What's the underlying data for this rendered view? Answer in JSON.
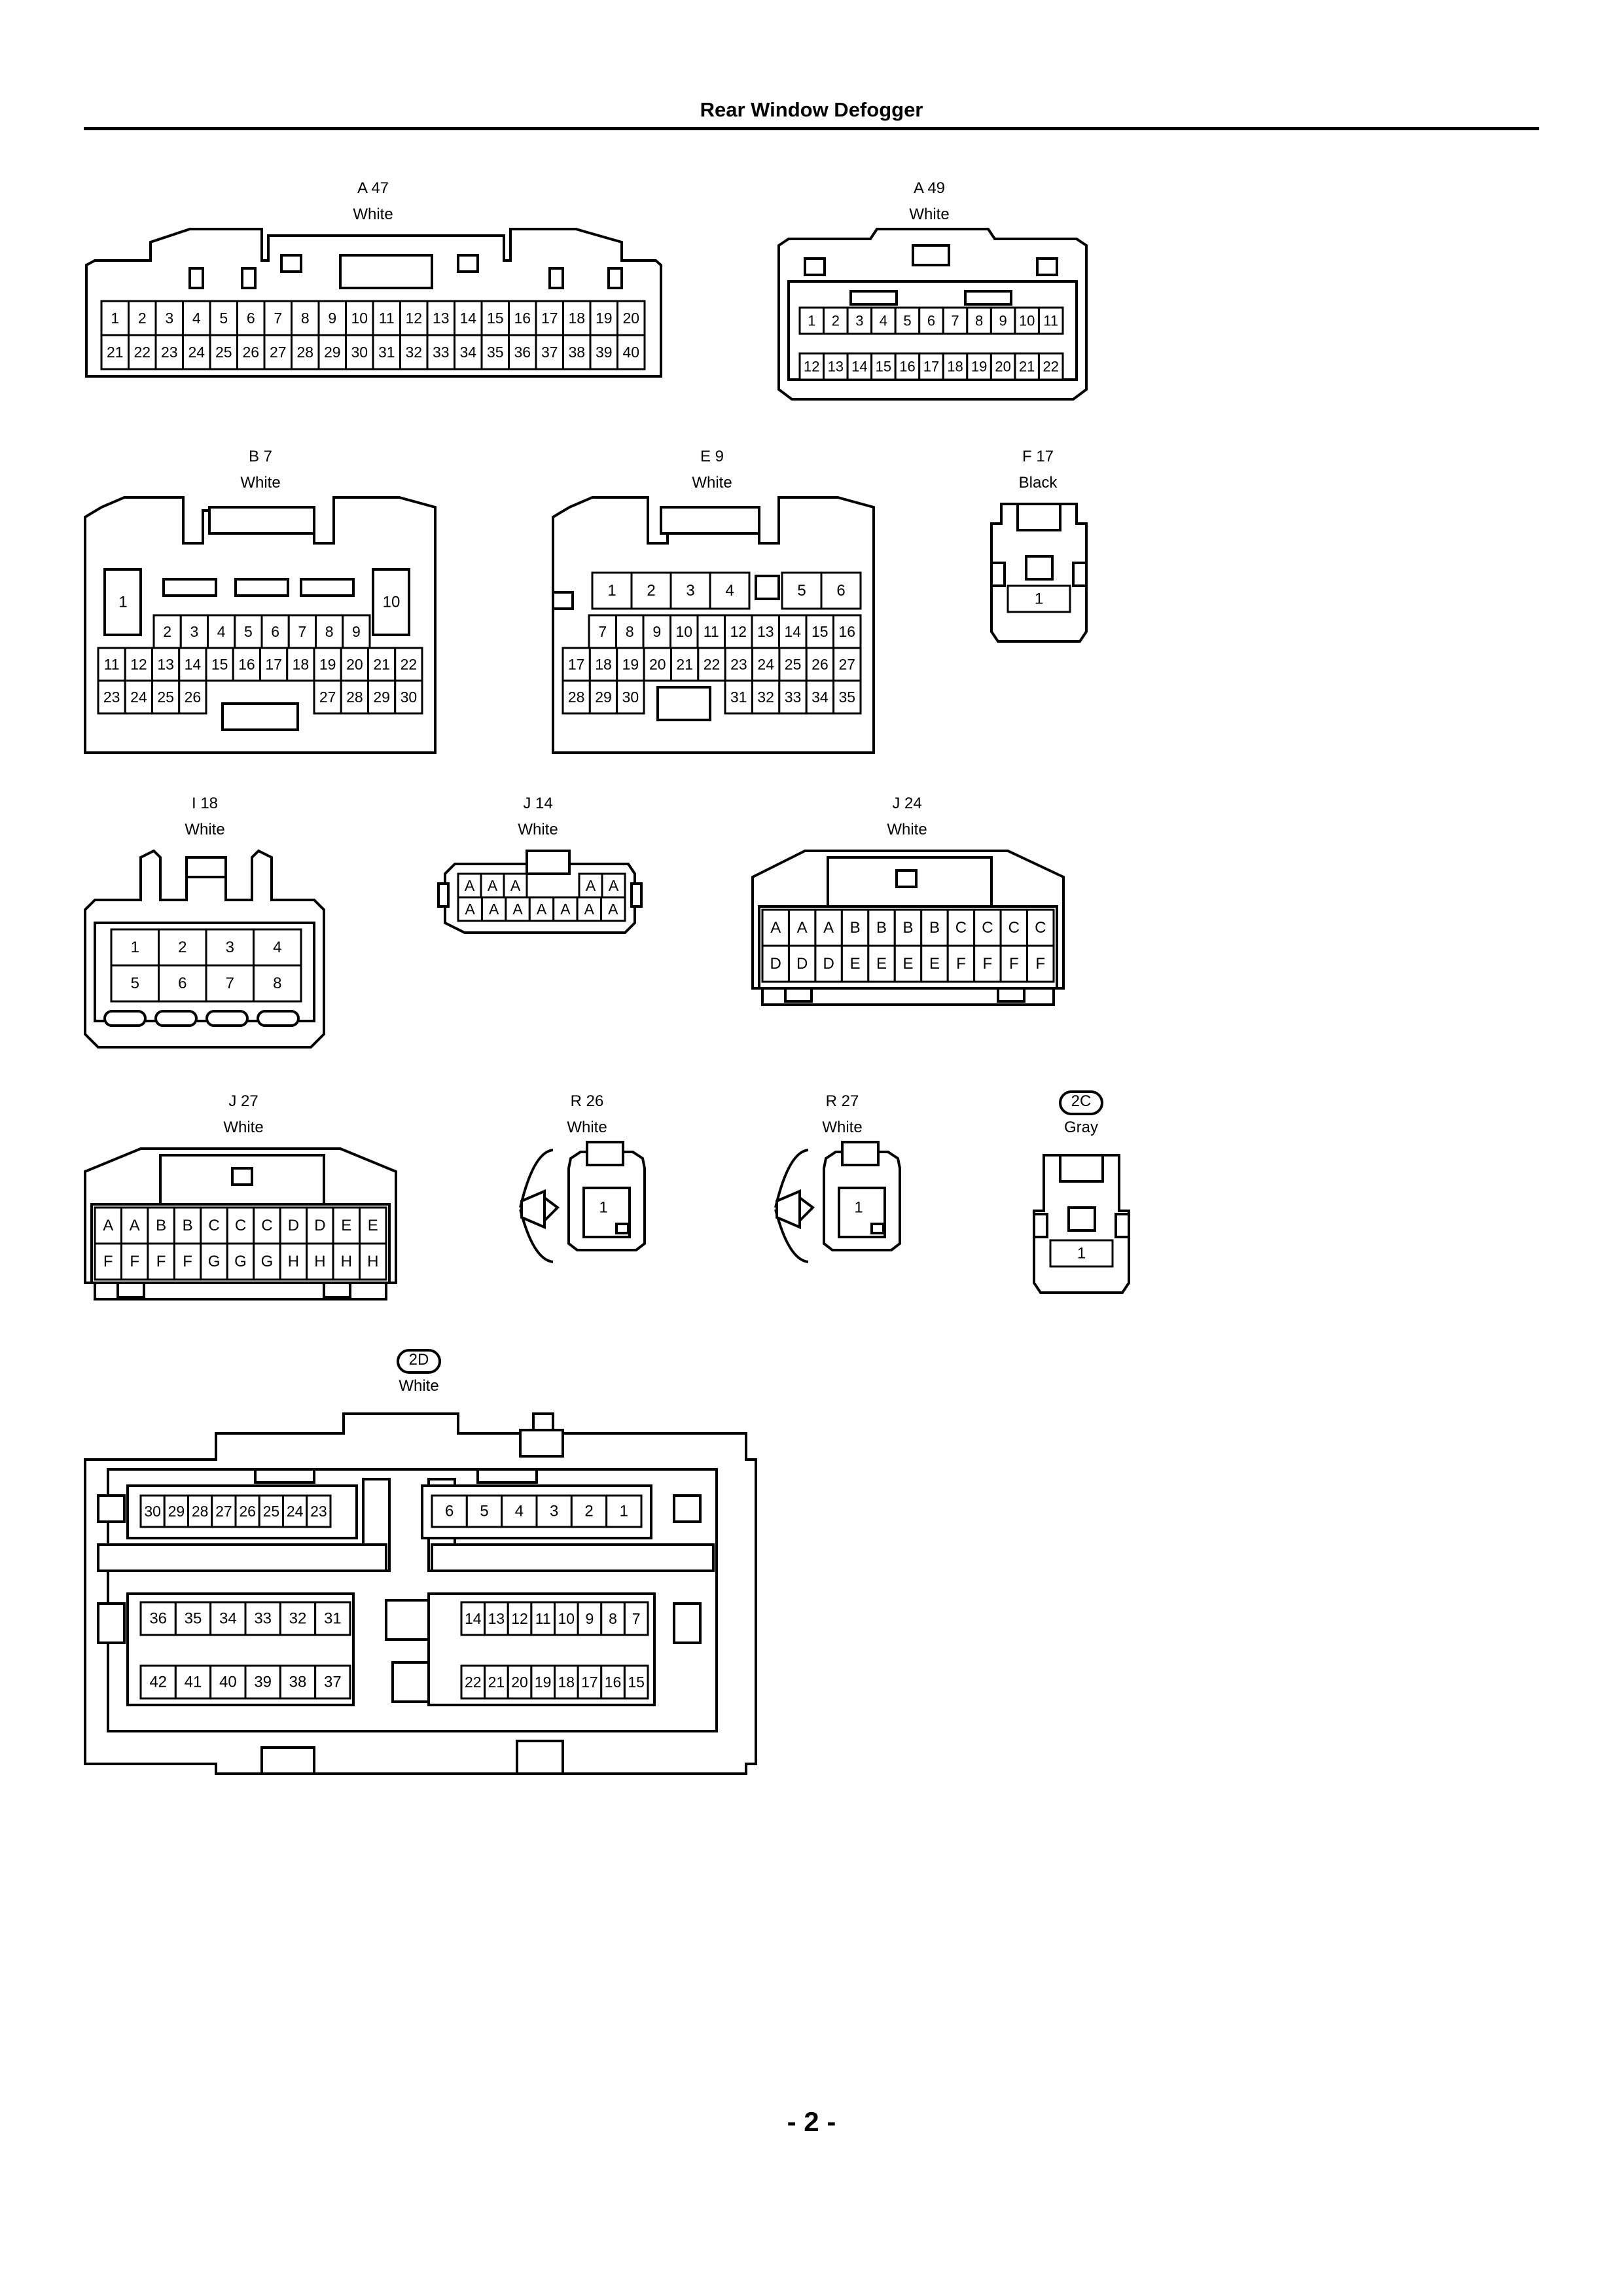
{
  "page": {
    "title": "Rear Window Defogger",
    "page_number": "- 2 -"
  },
  "connectors": [
    {
      "id": "A 47",
      "color": "White",
      "style": "plain"
    },
    {
      "id": "A 49",
      "color": "White",
      "style": "plain"
    },
    {
      "id": "B 7",
      "color": "White",
      "style": "plain"
    },
    {
      "id": "E 9",
      "color": "White",
      "style": "plain"
    },
    {
      "id": "F 17",
      "color": "Black",
      "style": "plain"
    },
    {
      "id": "I 18",
      "color": "White",
      "style": "plain"
    },
    {
      "id": "J 14",
      "color": "White",
      "style": "plain"
    },
    {
      "id": "J 24",
      "color": "White",
      "style": "plain"
    },
    {
      "id": "J 27",
      "color": "White",
      "style": "plain"
    },
    {
      "id": "R 26",
      "color": "White",
      "style": "plain"
    },
    {
      "id": "R 27",
      "color": "White",
      "style": "plain"
    },
    {
      "id": "2C",
      "color": "Gray",
      "style": "boxed"
    },
    {
      "id": "2D",
      "color": "White",
      "style": "boxed"
    }
  ],
  "pins": {
    "A47": [
      [
        "1",
        "2",
        "3",
        "4",
        "5",
        "6",
        "7",
        "8",
        "9",
        "10",
        "11",
        "12",
        "13",
        "14",
        "15",
        "16",
        "17",
        "18",
        "19",
        "20"
      ],
      [
        "21",
        "22",
        "23",
        "24",
        "25",
        "26",
        "27",
        "28",
        "29",
        "30",
        "31",
        "32",
        "33",
        "34",
        "35",
        "36",
        "37",
        "38",
        "39",
        "40"
      ]
    ],
    "A49": [
      [
        "1",
        "2",
        "3",
        "4",
        "5",
        "6",
        "7",
        "8",
        "9",
        "10",
        "11"
      ],
      [
        "12",
        "13",
        "14",
        "15",
        "16",
        "17",
        "18",
        "19",
        "20",
        "21",
        "22"
      ]
    ],
    "B7": {
      "side": [
        "1",
        "10"
      ],
      "row1": [
        "2",
        "3",
        "4",
        "5",
        "6",
        "7",
        "8",
        "9"
      ],
      "row2": [
        "11",
        "12",
        "13",
        "14",
        "15",
        "16",
        "17",
        "18",
        "19",
        "20",
        "21",
        "22"
      ],
      "row3_left": [
        "23",
        "24",
        "25",
        "26"
      ],
      "row3_right": [
        "27",
        "28",
        "29",
        "30"
      ]
    },
    "E9": {
      "row0_left": [
        "1",
        "2",
        "3",
        "4"
      ],
      "row0_right": [
        "5",
        "6"
      ],
      "row1": [
        "7",
        "8",
        "9",
        "10",
        "11",
        "12",
        "13",
        "14",
        "15",
        "16"
      ],
      "row2": [
        "17",
        "18",
        "19",
        "20",
        "21",
        "22",
        "23",
        "24",
        "25",
        "26",
        "27"
      ],
      "row3_left": [
        "28",
        "29",
        "30"
      ],
      "row3_right": [
        "31",
        "32",
        "33",
        "34",
        "35"
      ]
    },
    "F17": [
      "1"
    ],
    "I18": [
      [
        "1",
        "2",
        "3",
        "4"
      ],
      [
        "5",
        "6",
        "7",
        "8"
      ]
    ],
    "J14": {
      "row1_left": [
        "A",
        "A",
        "A"
      ],
      "row1_right": [
        "A",
        "A"
      ],
      "row2": [
        "A",
        "A",
        "A",
        "A",
        "A",
        "A",
        "A"
      ]
    },
    "J24": [
      [
        "A",
        "A",
        "A",
        "B",
        "B",
        "B",
        "B",
        "C",
        "C",
        "C",
        "C"
      ],
      [
        "D",
        "D",
        "D",
        "E",
        "E",
        "E",
        "E",
        "F",
        "F",
        "F",
        "F"
      ]
    ],
    "J27": [
      [
        "A",
        "A",
        "B",
        "B",
        "C",
        "C",
        "C",
        "D",
        "D",
        "E",
        "E"
      ],
      [
        "F",
        "F",
        "F",
        "F",
        "G",
        "G",
        "G",
        "H",
        "H",
        "H",
        "H"
      ]
    ],
    "R26": [
      "1"
    ],
    "R27": [
      "1"
    ],
    "2C": [
      "1"
    ],
    "2D": {
      "top_left": [
        "30",
        "29",
        "28",
        "27",
        "26",
        "25",
        "24",
        "23"
      ],
      "top_right": [
        "6",
        "5",
        "4",
        "3",
        "2",
        "1"
      ],
      "mid_left": [
        "36",
        "35",
        "34",
        "33",
        "32",
        "31"
      ],
      "mid_right": [
        "14",
        "13",
        "12",
        "11",
        "10",
        "9",
        "8",
        "7"
      ],
      "bot_left": [
        "42",
        "41",
        "40",
        "39",
        "38",
        "37"
      ],
      "bot_right": [
        "22",
        "21",
        "20",
        "19",
        "18",
        "17",
        "16",
        "15"
      ]
    }
  }
}
